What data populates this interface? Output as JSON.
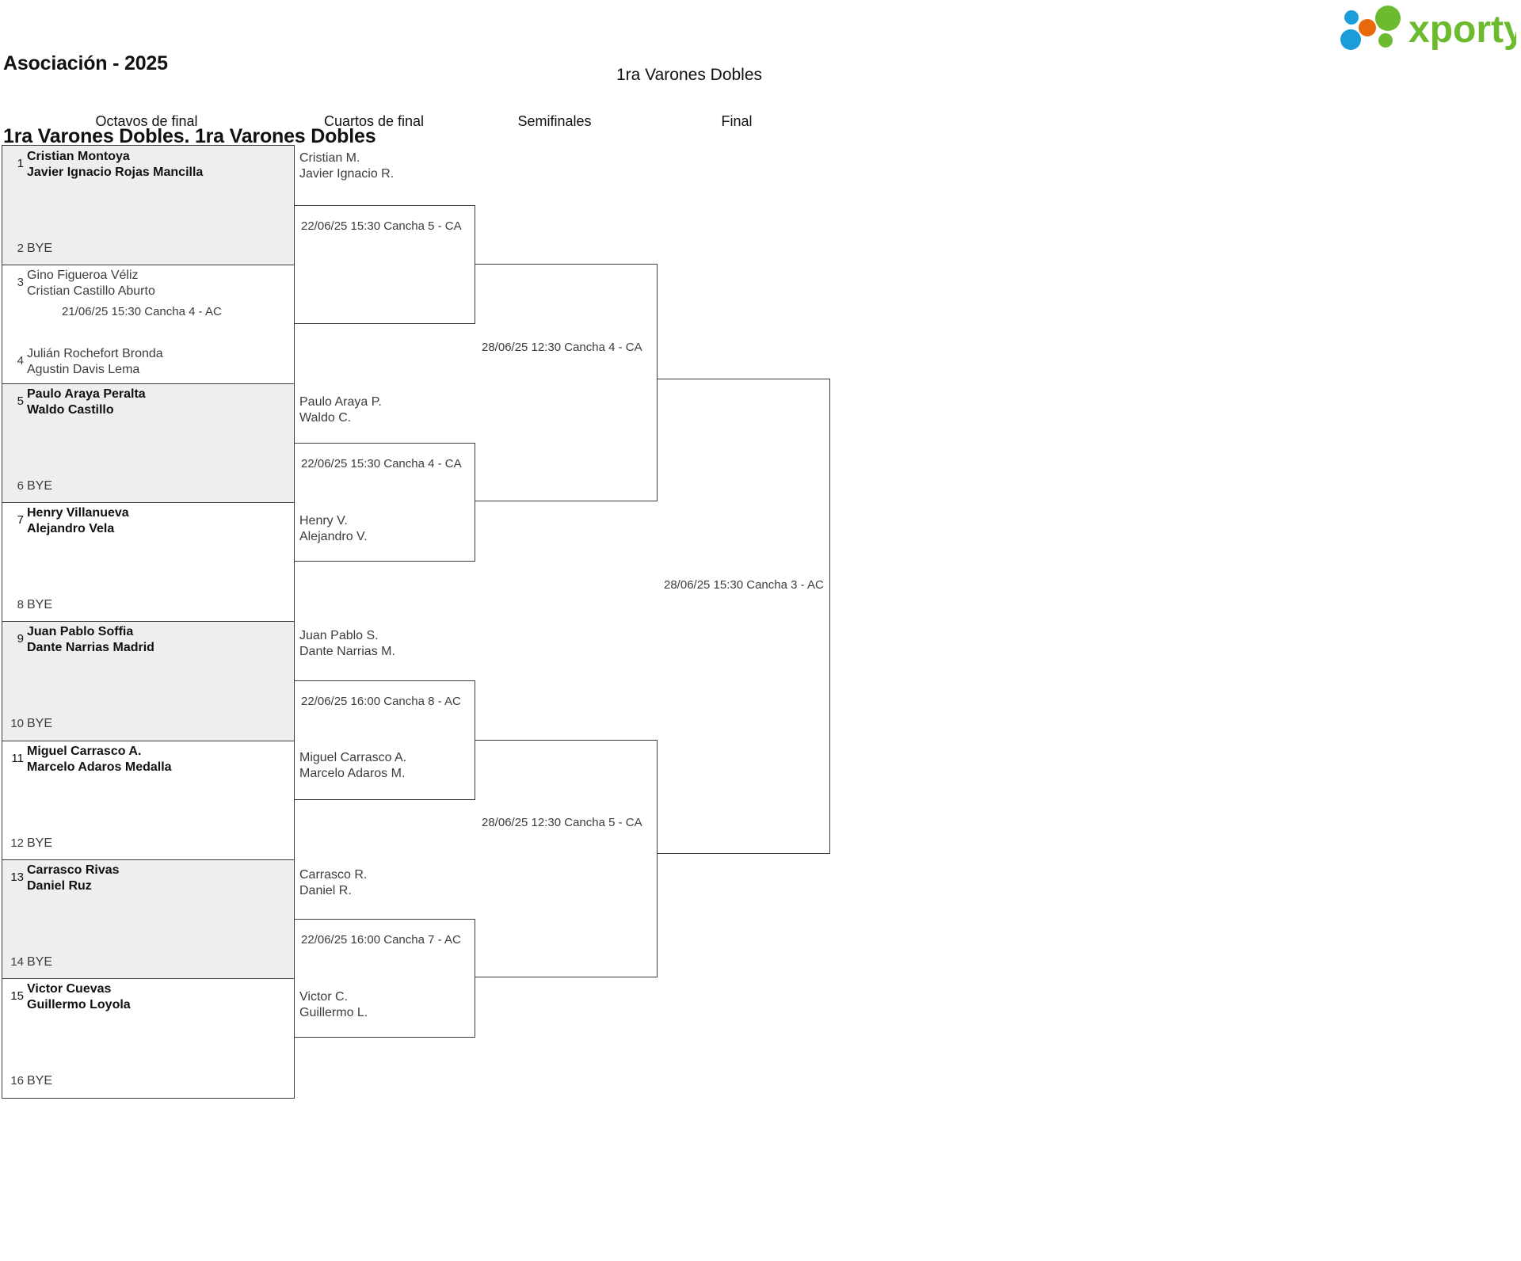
{
  "header": {
    "line1": "Asociación - 2025",
    "line2": "1ra Varones Dobles. 1ra Varones Dobles",
    "logo_text": "xporty",
    "logo_colors": {
      "green": "#6cba2e",
      "orange": "#e8690b",
      "blue": "#1b9dd9"
    }
  },
  "bracket_title": "1ra Varones Dobles",
  "rounds": [
    {
      "key": "r16",
      "label": "Octavos de final"
    },
    {
      "key": "qf",
      "label": "Cuartos de final"
    },
    {
      "key": "sf",
      "label": "Semifinales"
    },
    {
      "key": "final",
      "label": "Final"
    }
  ],
  "round_of_16": {
    "seeds": [
      {
        "num": "1",
        "players": "Cristian Montoya\nJavier Ignacio Rojas Mancilla",
        "winner": true
      },
      {
        "num": "2",
        "players": "BYE",
        "winner": false
      },
      {
        "num": "3",
        "players": "Gino Figueroa Véliz\nCristian Castillo Aburto",
        "winner": false
      },
      {
        "num": "4",
        "players": "Julián Rochefort Bronda\nAgustin Davis Lema",
        "winner": false
      },
      {
        "num": "5",
        "players": "Paulo Araya Peralta\nWaldo Castillo",
        "winner": true
      },
      {
        "num": "6",
        "players": "BYE",
        "winner": false
      },
      {
        "num": "7",
        "players": "Henry Villanueva\nAlejandro Vela",
        "winner": true
      },
      {
        "num": "8",
        "players": "BYE",
        "winner": false
      },
      {
        "num": "9",
        "players": "Juan Pablo Soffia\nDante Narrias Madrid",
        "winner": true
      },
      {
        "num": "10",
        "players": "BYE",
        "winner": false
      },
      {
        "num": "11",
        "players": "Miguel Carrasco A.\nMarcelo Adaros Medalla",
        "winner": true
      },
      {
        "num": "12",
        "players": "BYE",
        "winner": false
      },
      {
        "num": "13",
        "players": "Carrasco Rivas\nDaniel Ruz",
        "winner": true
      },
      {
        "num": "14",
        "players": "BYE",
        "winner": false
      },
      {
        "num": "15",
        "players": "Victor Cuevas\nGuillermo Loyola",
        "winner": true
      },
      {
        "num": "16",
        "players": "BYE",
        "winner": false
      }
    ],
    "match_labels": [
      {
        "id": "m2",
        "text": "21/06/25 15:30 Cancha 4 - AC"
      }
    ]
  },
  "quarter_finals": [
    {
      "id": "qf1",
      "top_team": "Cristian M.\nJavier Ignacio R.",
      "bottom_team": "",
      "schedule": "22/06/25 15:30 Cancha 5 - CA"
    },
    {
      "id": "qf2",
      "top_team": "Paulo Araya P.\nWaldo C.",
      "bottom_team": "Henry V.\nAlejandro V.",
      "schedule": "22/06/25 15:30 Cancha 4 - CA"
    },
    {
      "id": "qf3",
      "top_team": "Juan Pablo S.\nDante Narrias M.",
      "bottom_team": "Miguel Carrasco A.\nMarcelo Adaros M.",
      "schedule": "22/06/25 16:00 Cancha 8 - AC"
    },
    {
      "id": "qf4",
      "top_team": "Carrasco R.\nDaniel R.",
      "bottom_team": "Victor C.\nGuillermo L.",
      "schedule": "22/06/25 16:00 Cancha 7 - AC"
    }
  ],
  "semi_finals": [
    {
      "id": "sf1",
      "schedule": "28/06/25 12:30 Cancha 4 - CA"
    },
    {
      "id": "sf2",
      "schedule": "28/06/25 12:30 Cancha 5 - CA"
    }
  ],
  "final_match": {
    "id": "final",
    "schedule": "28/06/25 15:30 Cancha 3 - AC"
  }
}
